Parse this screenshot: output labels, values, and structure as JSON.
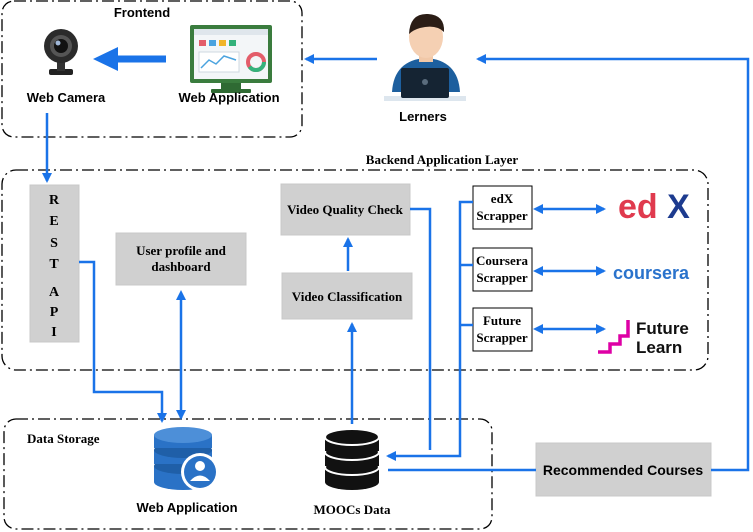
{
  "groups": {
    "frontend": "Frontend",
    "backend": "Backend Application Layer",
    "storage": "Data Storage"
  },
  "frontend": {
    "camera_label": "Web Camera",
    "webapp_label": "Web Application"
  },
  "learners": {
    "label": "Lerners"
  },
  "backend": {
    "rest_api_letters": [
      "R",
      "E",
      "S",
      "T",
      "A",
      "P",
      "I"
    ],
    "user_profile": [
      "User profile and",
      "dashboard"
    ],
    "video_quality": "Video Quality Check",
    "video_classification": "Video Classification",
    "scrapers": [
      {
        "line1": "edX",
        "line2": "Scrapper"
      },
      {
        "line1": "Coursera",
        "line2": "Scrapper"
      },
      {
        "line1": "Future",
        "line2": "Scrapper"
      }
    ]
  },
  "logos": {
    "edx": "edX",
    "coursera": "coursera",
    "futurelearn": [
      "Future",
      "Learn"
    ]
  },
  "storage": {
    "webapp_db_label": "Web Application",
    "moocs_db_label": "MOOCs Data"
  },
  "recommended": {
    "label": "Recommended Courses"
  },
  "colors": {
    "arrow": "#1a73e8",
    "box_gray": "#d0d0d0",
    "edx_red": "#e03a4e",
    "edx_blue": "#1d3b8f",
    "coursera_blue": "#2a73cc",
    "futurelearn_pink": "#de00a5",
    "db_blue": "#2a72c6"
  }
}
